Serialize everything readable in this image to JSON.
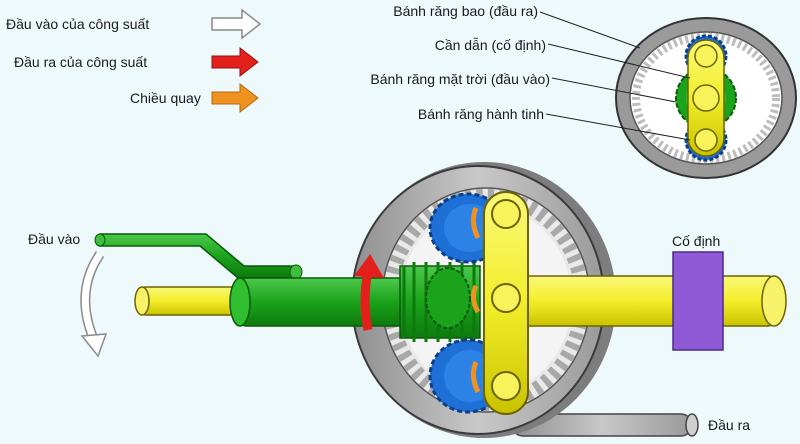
{
  "legend": {
    "input_power": "Đầu vào của công suất",
    "output_power": "Đầu ra của công suất",
    "rotation": "Chiều quay"
  },
  "callouts": {
    "ring_gear": "Bánh răng bao (đầu ra)",
    "carrier": "Cần dẫn (cố định)",
    "sun_gear": "Bánh răng mặt trời (đầu vào)",
    "planet_gear": "Bánh răng hành tinh"
  },
  "main": {
    "input_label": "Đầu vào",
    "fixed_label": "Cố định",
    "output_label": "Đầu ra"
  },
  "colors": {
    "background": "#eef9fc",
    "ring_gray": "#a9a9a9",
    "sun_green": "#1ba31b",
    "planet_blue": "#1e6fd6",
    "carrier_yellow": "#f3ee2a",
    "fixed_purple": "#8e5ad6",
    "output_arrow_red": "#e3201b",
    "rotation_arrow_orange": "#f0921f",
    "input_arrow_white": "#ffffff"
  },
  "icons": {
    "input_arrow": "white-right-arrow-icon",
    "output_arrow": "red-right-arrow-icon",
    "rotation_arrow": "orange-right-arrow-icon"
  }
}
